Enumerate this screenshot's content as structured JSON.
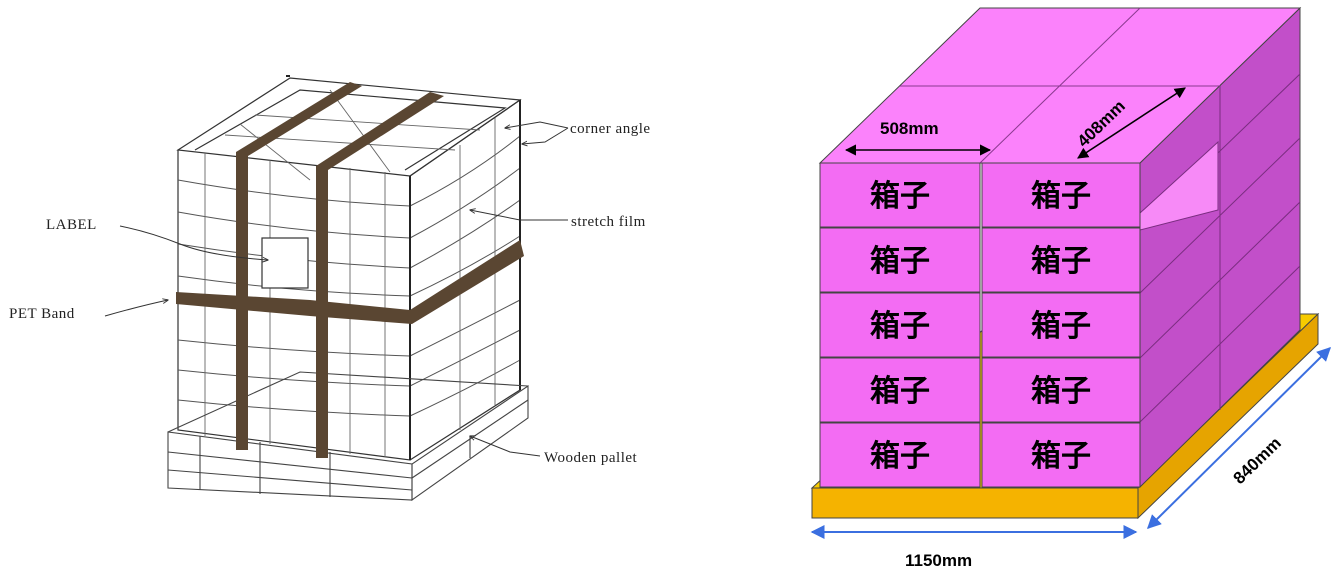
{
  "left_diagram": {
    "labels": {
      "corner_angle": "corner angle",
      "stretch_film": "stretch film",
      "label": "LABEL",
      "pet_band": "PET Band",
      "wooden_pallet": "Wooden pallet"
    }
  },
  "right_diagram": {
    "box_text": "箱子",
    "dimensions": {
      "box_width": "508mm",
      "box_depth": "408mm",
      "pallet_length": "1150mm",
      "pallet_width": "840mm"
    },
    "colors": {
      "box_front": "#f36cf3",
      "box_top": "#fb82fb",
      "box_side": "#c24fc9",
      "pallet_top": "#f7cb00",
      "pallet_front": "#f5b300",
      "dimension_arrow": "#3b6fe0"
    }
  }
}
